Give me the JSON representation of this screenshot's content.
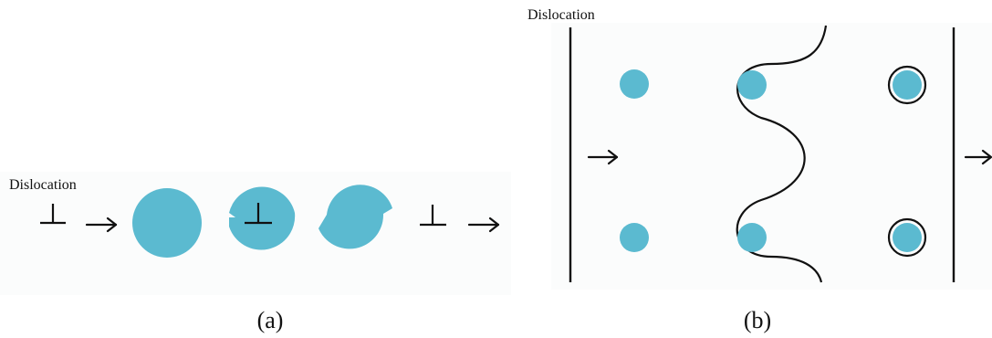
{
  "panel_a": {
    "dislocation_label": "Dislocation",
    "caption": "(a)",
    "dislocation_symbol": "⊥"
  },
  "panel_b": {
    "dislocation_label": "Dislocation",
    "caption": "(b)"
  },
  "colors": {
    "particle": "#5bbad0",
    "line": "#111111",
    "background": "#ffffff"
  },
  "icons": {
    "arrow": "right-arrow-icon",
    "dislocation": "dislocation-symbol-icon"
  }
}
